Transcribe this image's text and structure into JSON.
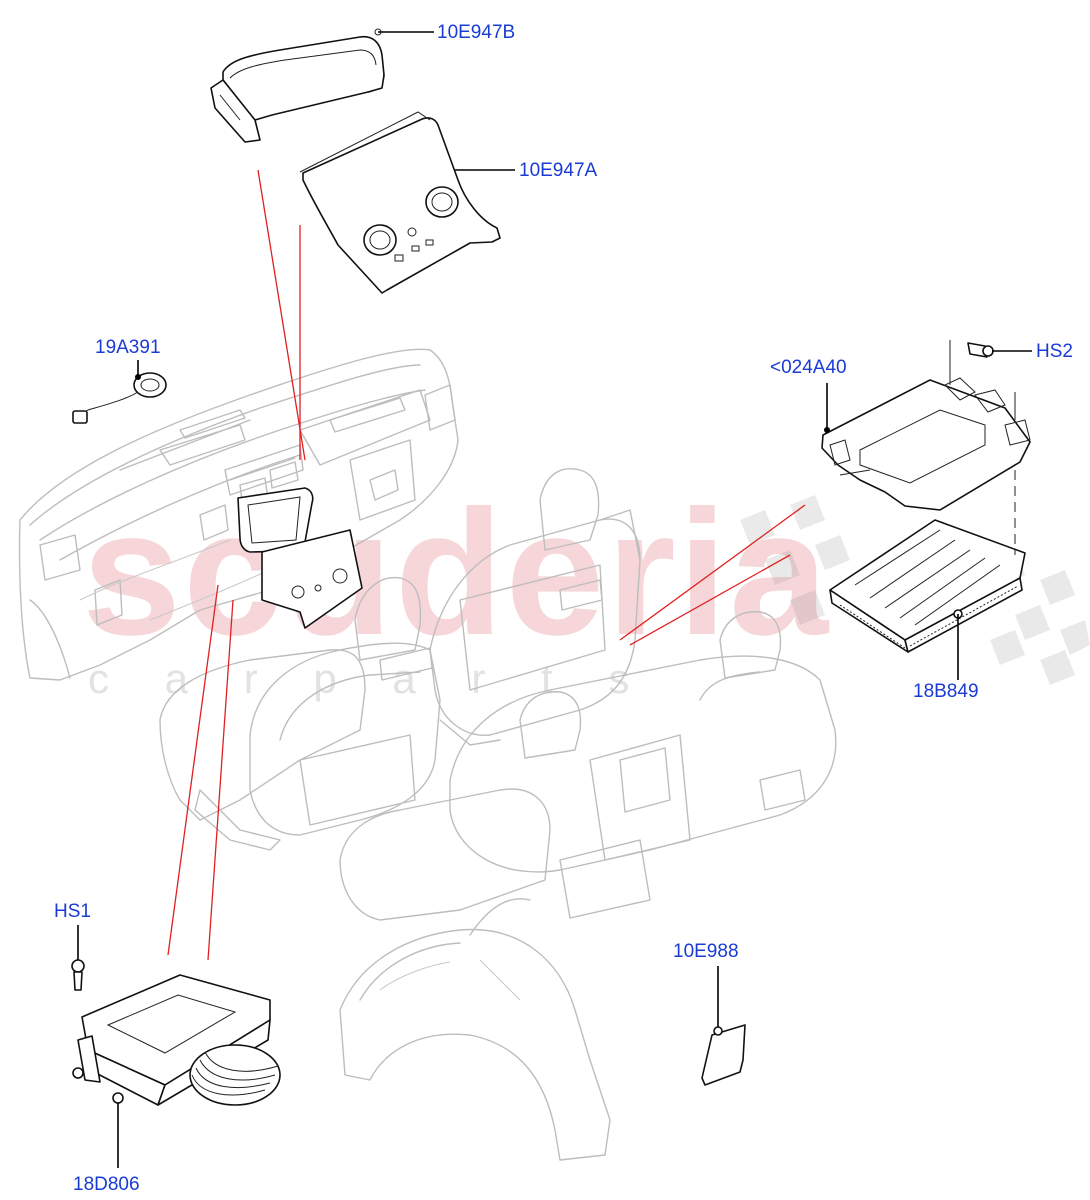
{
  "colors": {
    "callout": "#1a3bd4",
    "watermark": "#f4c9cd",
    "watermark_sub": "#e6e6e6",
    "guide_lines": "#e02020"
  },
  "watermark": {
    "brand": "scuderia",
    "sub": "c a r p a r t s"
  },
  "callouts": {
    "c10E947B": "10E947B",
    "c10E947A": "10E947A",
    "c19A391": "19A391",
    "cHS2": "HS2",
    "c024A40": "<024A40",
    "c18B849": "18B849",
    "cHS1": "HS1",
    "c10E988": "10E988",
    "c18D806": "18D806"
  }
}
